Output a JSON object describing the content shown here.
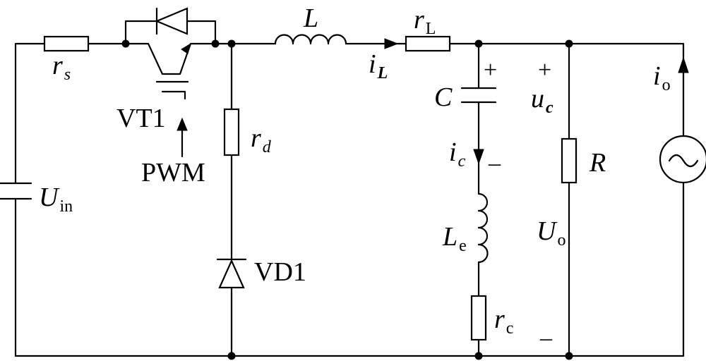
{
  "labels": {
    "rs": {
      "main": "r",
      "sub": "s"
    },
    "vt1": "VT1",
    "pwm": "PWM",
    "rd": {
      "main": "r",
      "sub": "d"
    },
    "vd1": "VD1",
    "uin": {
      "main": "U",
      "sub": "in"
    },
    "L": "L",
    "iL": {
      "main": "i",
      "sub": "L"
    },
    "rL": {
      "main": "r",
      "sub": "L"
    },
    "C": "C",
    "ic": {
      "main": "i",
      "sub": "c"
    },
    "Le": {
      "main": "L",
      "sub": "e"
    },
    "rc": {
      "main": "r",
      "sub": "c"
    },
    "uc": {
      "main": "u",
      "sub": "c"
    },
    "R": "R",
    "Uo": {
      "main": "U",
      "sub": "o"
    },
    "io": {
      "main": "i",
      "sub": "o"
    }
  },
  "polarity": {
    "cap_plus": "+",
    "cap_minus": "–",
    "uc_plus": "+",
    "uo_minus": "–"
  }
}
